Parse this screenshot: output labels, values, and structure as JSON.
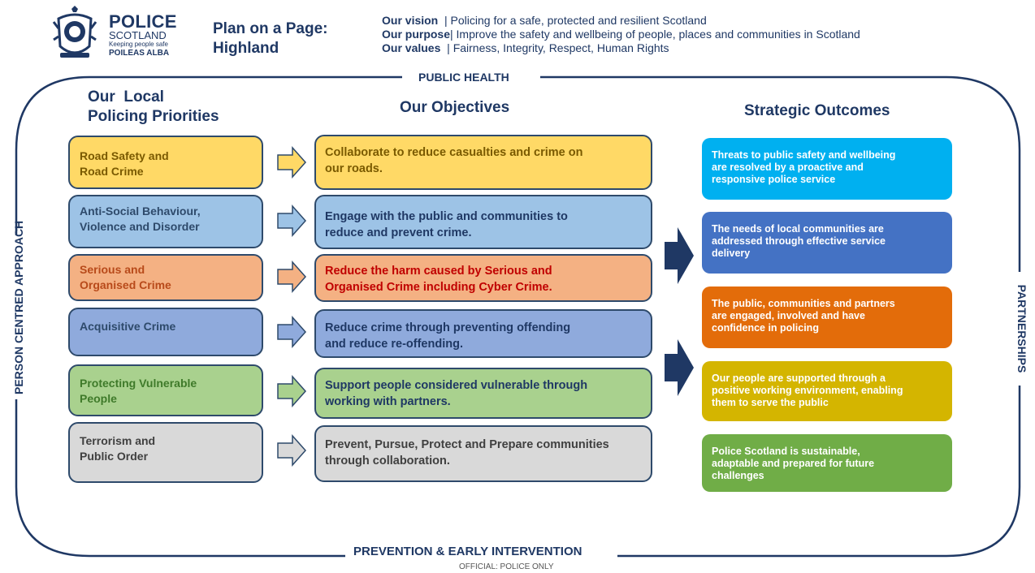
{
  "header": {
    "brand": {
      "police": "POLICE",
      "scotland": "SCOTLAND",
      "tagline": "Keeping people safe",
      "gaelic": "POILEAS ALBA"
    },
    "plan_title_line1": "Plan on a Page:",
    "plan_title_line2": "Highland",
    "vision_label": "Our vision",
    "vision_text": "Policing for a safe, protected and resilient Scotland",
    "purpose_label": "Our purpose",
    "purpose_text": "Improve the safety and wellbeing of people, places and communities in Scotland",
    "values_label": "Our values",
    "values_text": "Fairness, Integrity, Respect, Human Rights"
  },
  "frame": {
    "top": "PUBLIC HEALTH",
    "bottom": "PREVENTION & EARLY INTERVENTION",
    "left": "PERSON CENTRED APPROACH",
    "right": "PARTNERSHIPS",
    "footer_note": "OFFICIAL: POLICE ONLY"
  },
  "columns": {
    "priorities_line1": "Our  Local",
    "priorities_line2": "Policing Priorities",
    "objectives": "Our Objectives",
    "outcomes": "Strategic Outcomes"
  },
  "priorities": [
    {
      "l1": "Road Safety and",
      "l2": "Road Crime",
      "bg": "#ffd966",
      "fg": "#7a5a00"
    },
    {
      "l1": "Anti-Social Behaviour,",
      "l2": "Violence and Disorder",
      "bg": "#9dc3e6",
      "fg": "#2e4a6b"
    },
    {
      "l1": "Serious and",
      "l2": "Organised Crime",
      "bg": "#f4b183",
      "fg": "#b84a1a"
    },
    {
      "l1": "Acquisitive Crime",
      "l2": "",
      "bg": "#8faadc",
      "fg": "#2e4a6b"
    },
    {
      "l1": "Protecting Vulnerable",
      "l2": "People",
      "bg": "#a9d18e",
      "fg": "#3f7a2a"
    },
    {
      "l1": "Terrorism and",
      "l2": "Public Order",
      "bg": "#d9d9d9",
      "fg": "#404040"
    }
  ],
  "objectives": [
    {
      "l1": "Collaborate to reduce casualties and crime on",
      "l2": "our roads.",
      "bg": "#ffd966",
      "fg": "#7a5a00"
    },
    {
      "l1": "Engage with the public and communities to",
      "l2": "reduce and prevent crime.",
      "bg": "#9dc3e6",
      "fg": "#1f3864"
    },
    {
      "l1": "Reduce the harm caused by Serious and",
      "l2": "Organised Crime including Cyber Crime.",
      "bg": "#f4b183",
      "fg": "#c00000"
    },
    {
      "l1": "Reduce crime through preventing offending",
      "l2": "and reduce re-offending.",
      "bg": "#8faadc",
      "fg": "#1f3864"
    },
    {
      "l1": "Support people considered vulnerable through",
      "l2": "working with partners.",
      "bg": "#a9d18e",
      "fg": "#1f3864"
    },
    {
      "l1": "Prevent, Pursue, Protect and Prepare communities",
      "l2": "through collaboration.",
      "bg": "#d9d9d9",
      "fg": "#404040"
    }
  ],
  "outcomes": [
    {
      "l1": "Threats to public safety and wellbeing",
      "l2": "are resolved by a proactive and",
      "l3": "responsive police service",
      "bg": "#00b0f0"
    },
    {
      "l1": "The needs of local communities are",
      "l2": "addressed through effective service",
      "l3": "delivery",
      "bg": "#4472c4"
    },
    {
      "l1": "The public, communities and partners",
      "l2": "are engaged, involved and have",
      "l3": "confidence in policing",
      "bg": "#e36c0a"
    },
    {
      "l1": "Our people are supported through a",
      "l2": "positive working environment, enabling",
      "l3": "them to serve the public",
      "bg": "#d4b500"
    },
    {
      "l1": "Police Scotland is sustainable,",
      "l2": "adaptable and prepared for future",
      "l3": "challenges",
      "bg": "#70ad47"
    }
  ]
}
